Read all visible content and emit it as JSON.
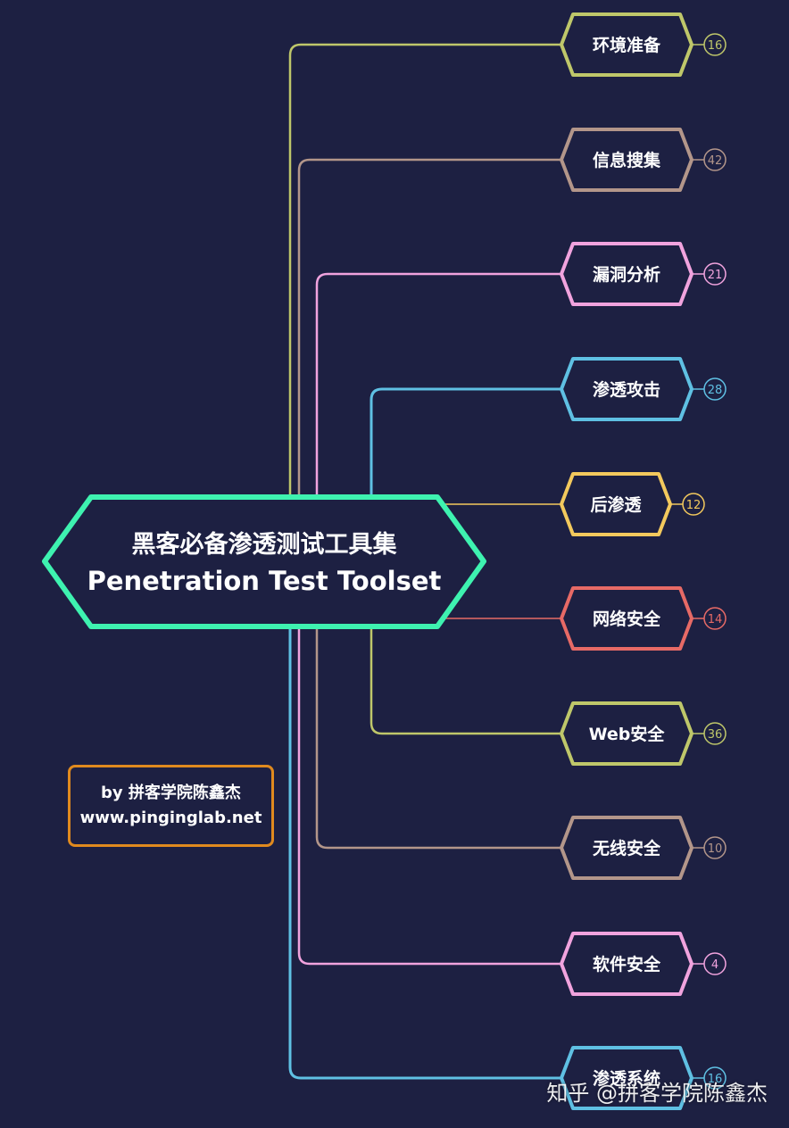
{
  "center": {
    "title_cn": "黑客必备渗透测试工具集",
    "title_en": "Penetration Test Toolset",
    "color": "#3ef2b0"
  },
  "branches": [
    {
      "label": "环境准备",
      "count": "16",
      "color": "#bfc76a"
    },
    {
      "label": "信息搜集",
      "count": "42",
      "color": "#b3968a"
    },
    {
      "label": "漏洞分析",
      "count": "21",
      "color": "#f1a3de"
    },
    {
      "label": "渗透攻击",
      "count": "28",
      "color": "#5fc0e3"
    },
    {
      "label": "后渗透",
      "count": "12",
      "color": "#f3c95d"
    },
    {
      "label": "网络安全",
      "count": "14",
      "color": "#e76a66"
    },
    {
      "label": "Web安全",
      "count": "36",
      "color": "#bfc76a"
    },
    {
      "label": "无线安全",
      "count": "10",
      "color": "#b3968a"
    },
    {
      "label": "软件安全",
      "count": "4",
      "color": "#f1a3de"
    },
    {
      "label": "渗透系统",
      "count": "16",
      "color": "#5fc0e3"
    }
  ],
  "author": {
    "line1": "by 拼客学院陈鑫杰",
    "line2": "www.pinginglab.net",
    "color": "#e08a1e"
  },
  "watermark": "知乎 @拼客学院陈鑫杰"
}
